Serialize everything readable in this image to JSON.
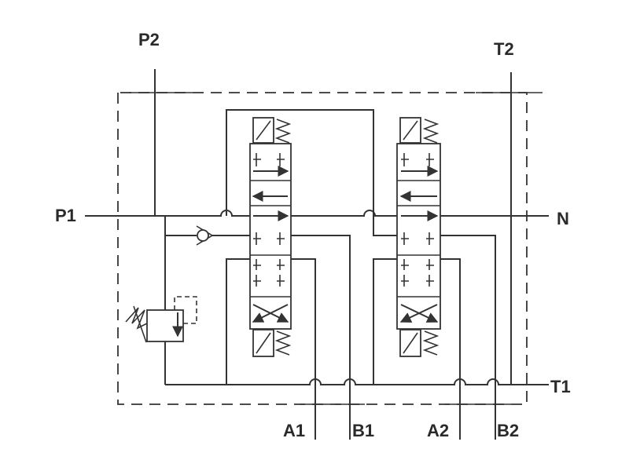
{
  "ports": {
    "p2": "P2",
    "t2": "T2",
    "p1": "P1",
    "n": "N",
    "t1": "T1",
    "a1": "A1",
    "b1": "B1",
    "a2": "A2",
    "b2": "B2"
  }
}
